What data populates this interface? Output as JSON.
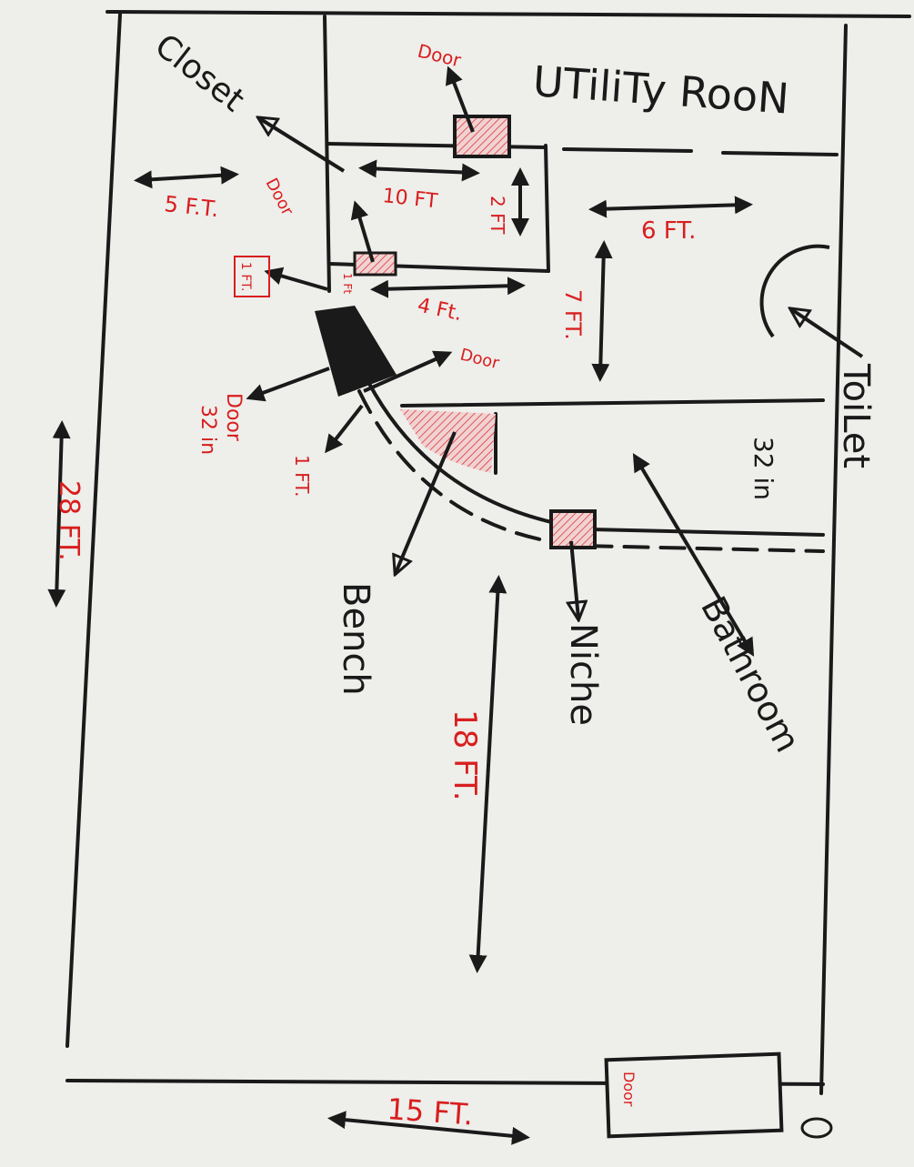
{
  "colors": {
    "paper": "#eeeeeb",
    "ink": "#1a1a1a",
    "red_ink": "#d81e1e"
  },
  "rooms": {
    "utility": "UTiliTy RooN",
    "closet": "Closet",
    "bathroom": "Bathroom"
  },
  "fixtures": {
    "toilet": "ToiLet",
    "bench": "Bench",
    "niche": "Niche"
  },
  "doors": {
    "utility_door": "Door",
    "closet_door": "Door",
    "bath_door": "Door",
    "main_door_label": "Door",
    "main_door_width": "32 in",
    "bottom_door": "Door"
  },
  "dimensions": {
    "d_5ft": "5 F.T.",
    "d_10ft": "10 FT",
    "d_2ft": "2 FT",
    "d_6ft": "6 FT.",
    "d_1ft_box": "1 FT.",
    "d_4ft": "4 Ft.",
    "d_7ft": "7 FT.",
    "d_1ft": "1 FT.",
    "d_28ft": "28 FT.",
    "d_18ft": "18 FT.",
    "d_32in": "32 in",
    "d_15ft": "15 FT.",
    "d_small": "1 Ft"
  }
}
